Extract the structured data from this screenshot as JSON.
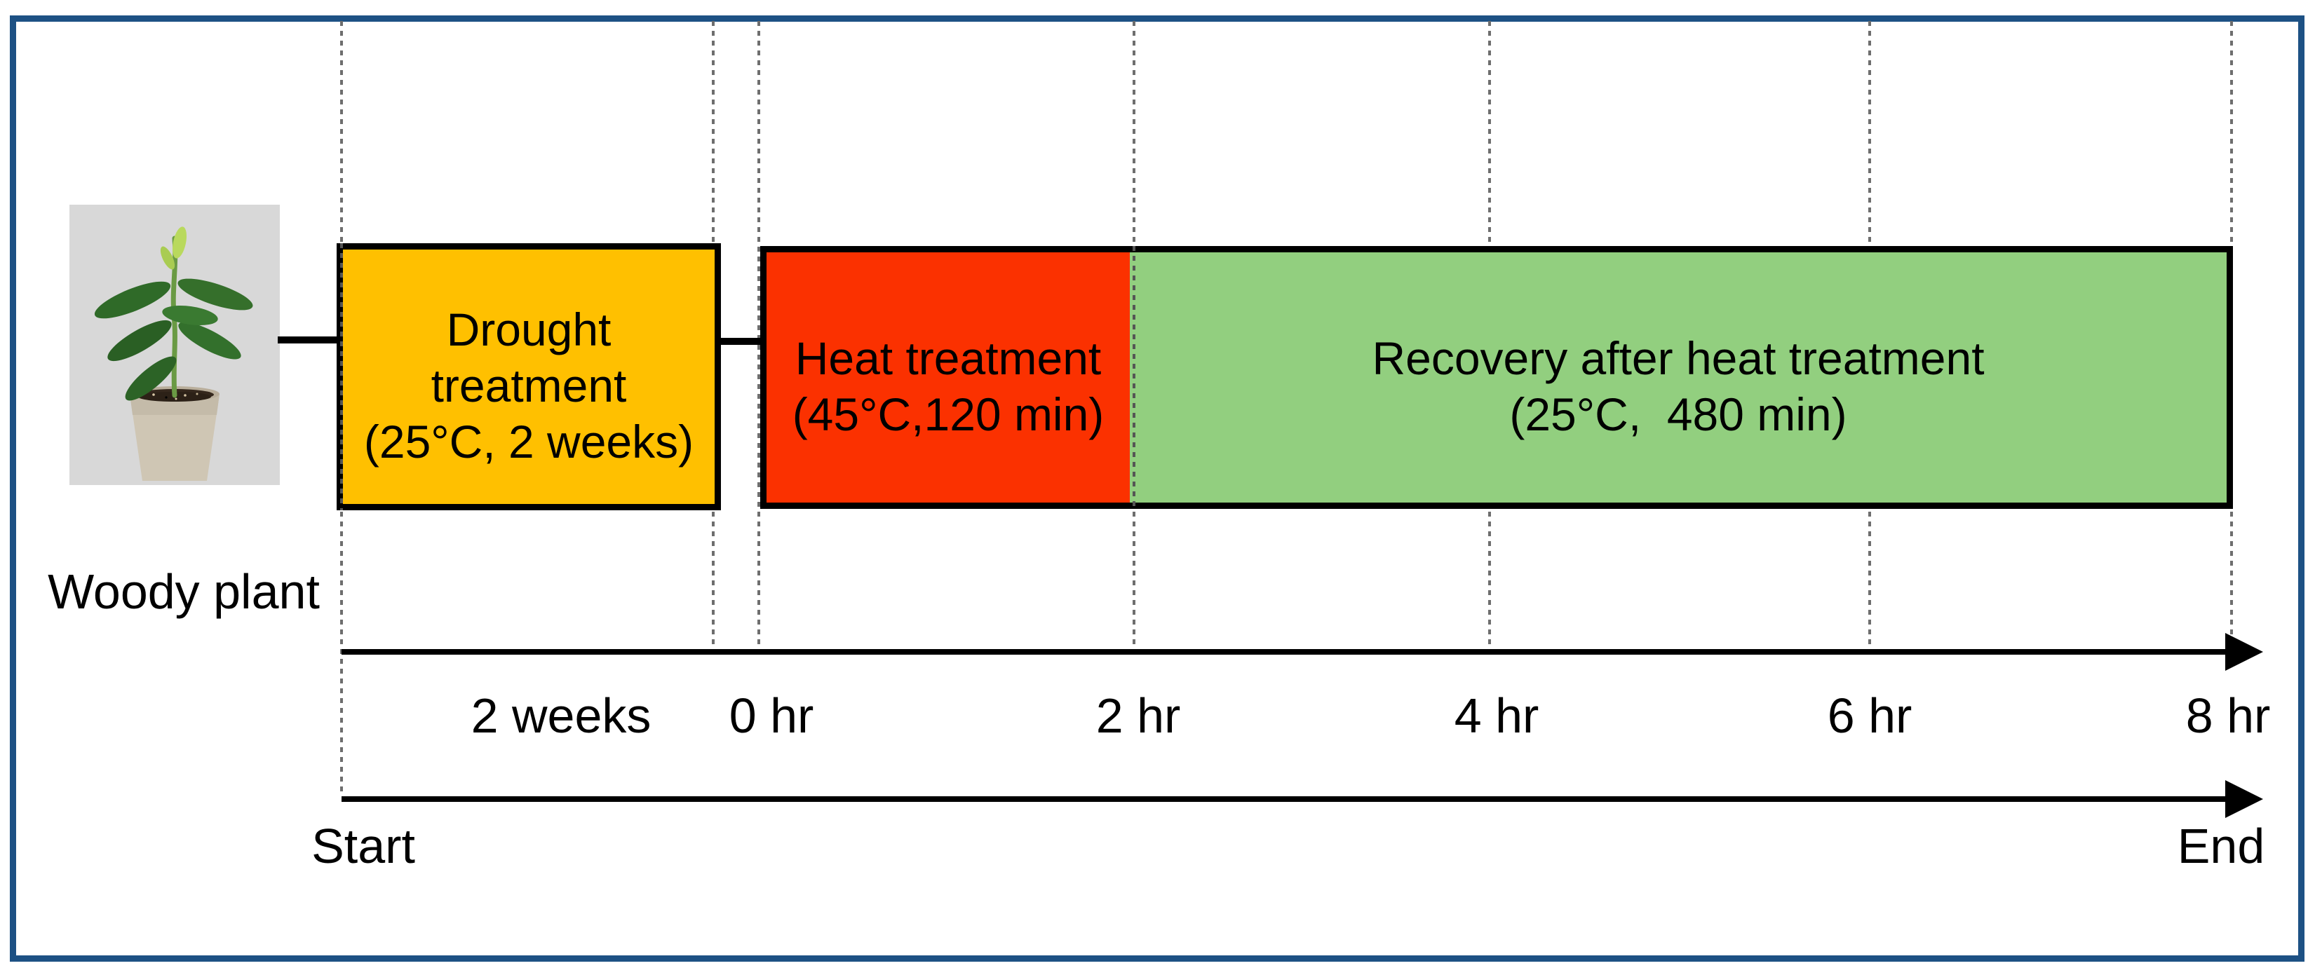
{
  "frame": {
    "border_color": "#1d5184"
  },
  "plant": {
    "caption": "Woody plant",
    "icon": "potted-plant-photo"
  },
  "stages": {
    "drought": {
      "lines": [
        "Drought",
        "treatment",
        "(25°C, 2 weeks)"
      ],
      "fill": "#FFC000"
    },
    "heat": {
      "lines": [
        "Heat treatment",
        "(45°C,120 min)"
      ],
      "fill": "#FB3100"
    },
    "recovery": {
      "lines": [
        "Recovery after heat treatment",
        "(25°C,  480 min)"
      ],
      "fill": "#92CF7F"
    }
  },
  "timeline": {
    "tick_labels": [
      "2 weeks",
      "0 hr",
      "2 hr",
      "4 hr",
      "6 hr",
      "8 hr"
    ],
    "start_label": "Start",
    "end_label": "End",
    "arrow_color": "#000000"
  }
}
